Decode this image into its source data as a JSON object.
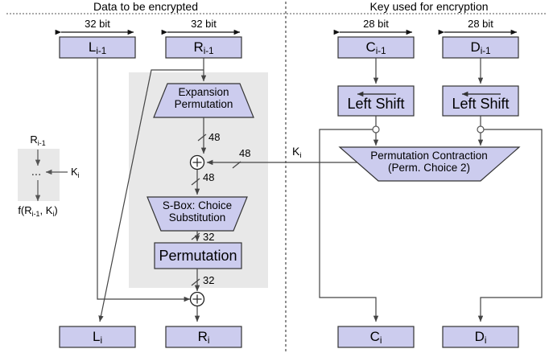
{
  "diagram": {
    "title_left": "Data to be encrypted",
    "title_right": "Key used for encryption",
    "colors": {
      "box_fill": "#ccccee",
      "box_stroke": "#333333",
      "panel_fill": "#e8e8e8",
      "line": "#444444",
      "text": "#000000"
    }
  },
  "width_labels": {
    "left_data": "32 bit",
    "right_data": "32 bit",
    "left_key": "28 bit",
    "right_key": "28 bit"
  },
  "top_boxes": {
    "l_prev": "L",
    "l_prev_sub": "i-1",
    "r_prev": "R",
    "r_prev_sub": "i-1",
    "c_prev": "C",
    "c_prev_sub": "i-1",
    "d_prev": "D",
    "d_prev_sub": "i-1"
  },
  "bottom_boxes": {
    "l_next": "L",
    "l_next_sub": "i",
    "r_next": "R",
    "r_next_sub": "i",
    "c_next": "C",
    "c_next_sub": "i",
    "d_next": "D",
    "d_next_sub": "i"
  },
  "blocks": {
    "expansion_line1": "Expansion",
    "expansion_line2": "Permutation",
    "sbox_line1": "S-Box: Choice",
    "sbox_line2": "Substitution",
    "permutation": "Permutation",
    "left_shift_1": "Left Shift",
    "left_shift_2": "Left Shift",
    "contraction_line1": "Permutation Contraction",
    "contraction_line2": "(Perm. Choice 2)"
  },
  "wire_labels": {
    "expansion_out": "48",
    "key_in": "48",
    "xor_out": "48",
    "sbox_out": "32",
    "perm_out": "32",
    "subkey": "K",
    "subkey_sub": "i"
  },
  "legend": {
    "input": "R",
    "input_sub": "i-1",
    "key": "K",
    "key_sub": "i",
    "dots": "...",
    "output_pre": "f(R",
    "output_sub1": "i-1",
    "output_mid": ", K",
    "output_sub2": "i",
    "output_post": ")"
  }
}
